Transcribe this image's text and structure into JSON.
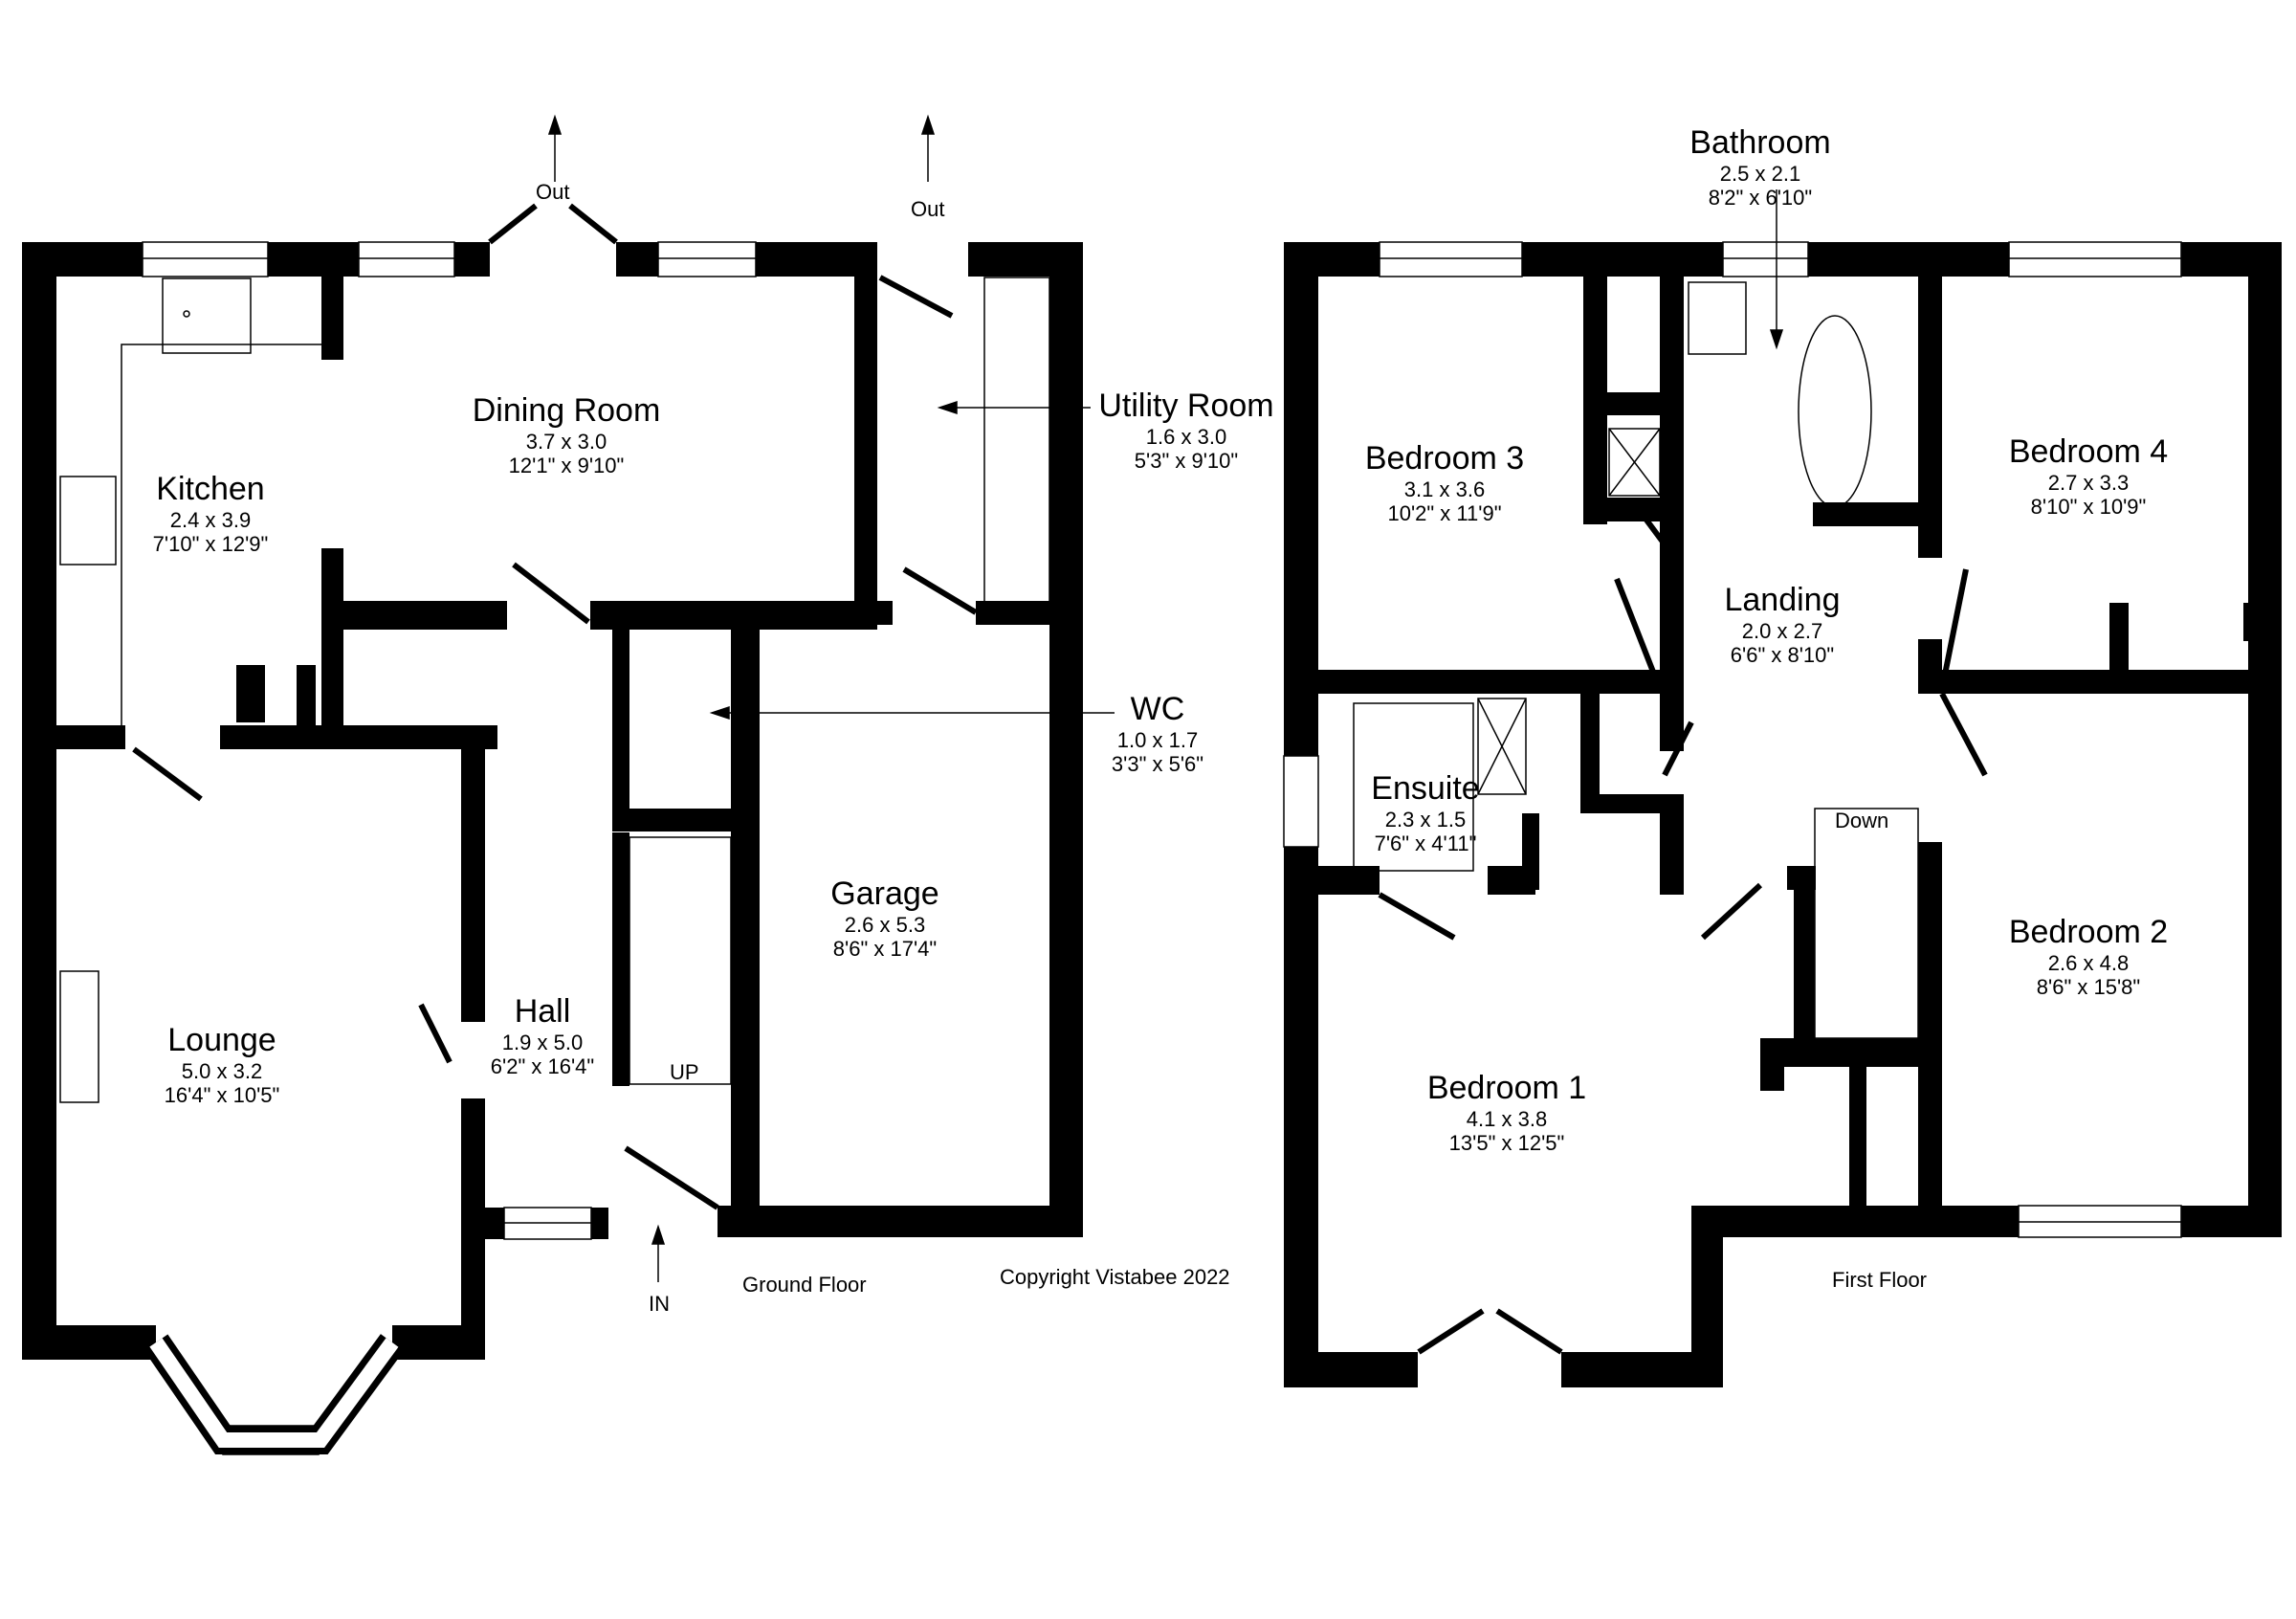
{
  "ground_floor": {
    "title": "Ground Floor",
    "rooms": [
      {
        "name": "Kitchen",
        "metric": "2.4 x 3.9",
        "imperial": "7'10\" x 12'9\""
      },
      {
        "name": "Dining Room",
        "metric": "3.7 x 3.0",
        "imperial": "12'1\" x 9'10\""
      },
      {
        "name": "Utility Room",
        "metric": "1.6 x 3.0",
        "imperial": "5'3\" x 9'10\""
      },
      {
        "name": "WC",
        "metric": "1.0 x 1.7",
        "imperial": "3'3\" x 5'6\""
      },
      {
        "name": "Garage",
        "metric": "2.6 x 5.3",
        "imperial": "8'6\" x 17'4\""
      },
      {
        "name": "Lounge",
        "metric": "5.0 x 3.2",
        "imperial": "16'4\" x 10'5\""
      },
      {
        "name": "Hall",
        "metric": "1.9 x 5.0",
        "imperial": "6'2\" x 16'4\""
      }
    ],
    "labels": {
      "out_dining": "Out",
      "out_utility": "Out",
      "in": "IN",
      "stairs_up": "UP"
    }
  },
  "first_floor": {
    "title": "First Floor",
    "rooms": [
      {
        "name": "Bathroom",
        "metric": "2.5 x 2.1",
        "imperial": "8'2\" x 6'10\""
      },
      {
        "name": "Bedroom 3",
        "metric": "3.1 x 3.6",
        "imperial": "10'2\" x 11'9\""
      },
      {
        "name": "Bedroom 4",
        "metric": "2.7 x 3.3",
        "imperial": "8'10\" x 10'9\""
      },
      {
        "name": "Landing",
        "metric": "2.0 x 2.7",
        "imperial": "6'6\" x 8'10\""
      },
      {
        "name": "Ensuite",
        "metric": "2.3 x 1.5",
        "imperial": "7'6\" x 4'11\""
      },
      {
        "name": "Bedroom 2",
        "metric": "2.6 x 4.8",
        "imperial": "8'6\" x 15'8\""
      },
      {
        "name": "Bedroom 1",
        "metric": "4.1 x 3.8",
        "imperial": "13'5\" x 12'5\""
      }
    ],
    "labels": {
      "stairs_down": "Down"
    }
  },
  "copyright": "Copyright Vistabee 2022"
}
